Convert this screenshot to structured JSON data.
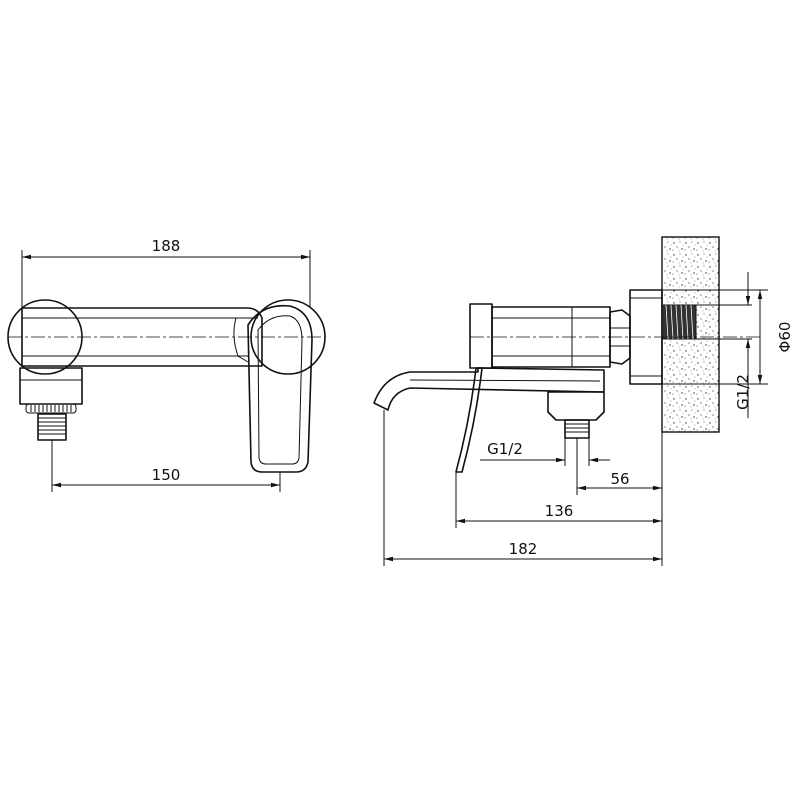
{
  "front_view": {
    "dim_overall_width": "188",
    "dim_inlet_centers": "150"
  },
  "side_view": {
    "dim_outlet_thread": "G1/2",
    "dim_outlet_offset": "56",
    "dim_handle_projection": "136",
    "dim_spout_projection": "182",
    "dim_rosette_diameter": "Φ60",
    "dim_inlet_thread": "G1/2"
  }
}
